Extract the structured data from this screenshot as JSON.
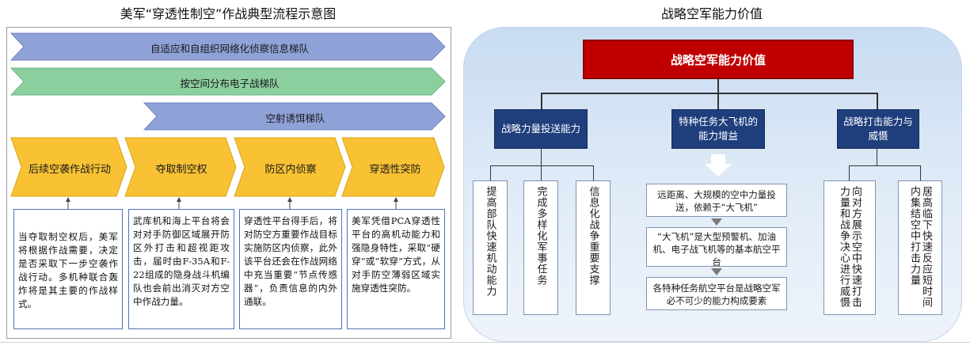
{
  "left": {
    "title": "美军“穿透性制空”作战典型流程示意图",
    "bands": [
      {
        "label": "自适应和自组织网络化侦察信息梯队",
        "color": "#8fa2d8"
      },
      {
        "label": "按空间分布电子战梯队",
        "color": "#8ccf9e"
      },
      {
        "label": "空射诱饵梯队",
        "color": "#8fa2d8"
      }
    ],
    "steps": [
      "后续空袭作战行动",
      "夺取制空权",
      "防区内侦察",
      "穿透性突防"
    ],
    "step_color": "#f8c234",
    "notes": [
      "当夺取制空权后，美军将根据作战需要，决定是否采取下一步空袭作战行动。多机种联合轰炸将是其主要的作战样式。",
      "武库机和海上平台将会对对手防御区域展开防区外打击和超视距攻击，届时由F-35A和F-22组成的隐身战斗机编队也会前出消灭对方空中作战力量。",
      "穿透性平台得手后，将对防空方重要作战目标实施防区内侦察，此外该平台还会在作战网络中充当重要“节点传感器”，负责信息的内外通联。",
      "美军凭借PCA穿透性平台的高机动能力和强隐身特性，采取“硬穿”或“软穿”方式，从对手防空薄弱区域实施穿透性突防。"
    ]
  },
  "right": {
    "title": "战略空军能力价值",
    "top": "战略空军能力价值",
    "top_color": "#c00000",
    "branch_color": "#1f3e7c",
    "branches": [
      {
        "label": "战略力量投送能力",
        "children": [
          "提高部队快速机动能力",
          "完成多样化军事任务",
          "信息化战争重要支撑"
        ]
      },
      {
        "label": "特种任务大飞机的能力增益",
        "children": [
          "远距离、大规模的空中力量投送，依赖于“大飞机”",
          "“大飞机”是大型预警机、加油机、电子战飞机等的基本航空平台",
          "各特种任务航空平台是战略空军必不可少的能力构成要素"
        ]
      },
      {
        "label": "战略打击能力与威慑",
        "children": [
          "向对方展示空中快速打击力量和战争决心进行威慑",
          "居高临下快速反应短时间内集结空中打击力量"
        ]
      }
    ]
  }
}
